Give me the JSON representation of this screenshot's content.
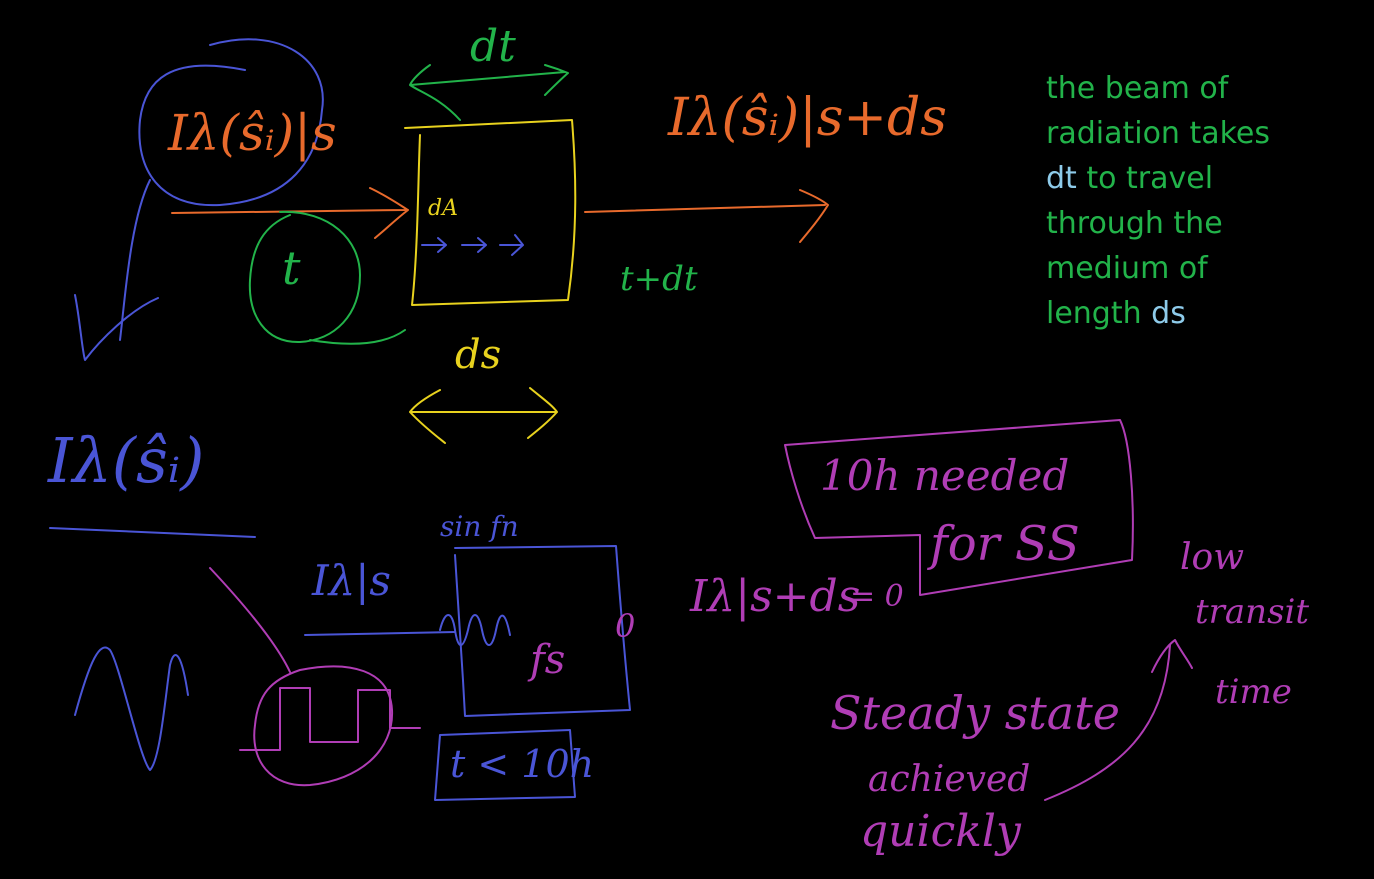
{
  "labels": {
    "dt": "dt",
    "i_lambda_s_left": "Iλ(ŝᵢ)|s",
    "i_lambda_s_right": "Iλ(ŝᵢ)|s+ds",
    "t": "t",
    "dA": "dA",
    "t_plus_dt": "t+dt",
    "ds": "ds",
    "i_lambda_lower": "Iλ(ŝᵢ)",
    "sin_fn": "sin fn",
    "ilds": "Iλ|s",
    "fs": "fs",
    "zero_box": "0",
    "ilds_plus_ds": "Iλ|s+ds",
    "equals_zero": "= 0",
    "t_lt_10h": "t < 10h",
    "note_10h": "10h needed",
    "note_for_ss": "for SS",
    "low_transit": "low",
    "low_transit_2": "transit",
    "low_transit_3": "time",
    "steady_state": "Steady state",
    "achieved": "achieved",
    "quickly": "quickly"
  },
  "note": {
    "line1": "the beam of",
    "line2": "radiation takes",
    "line3_hl": "dt",
    "line3_rest": " to travel",
    "line4": "through the",
    "line5": "medium of",
    "line6_pre": "length ",
    "line6_hl": "ds"
  },
  "colors": {
    "background": "#000000",
    "blue": "#4a55d6",
    "orange": "#e86a2c",
    "yellow": "#e8d21e",
    "green": "#22b34a",
    "magenta": "#b03db5",
    "highlight": "#8ecbea"
  }
}
